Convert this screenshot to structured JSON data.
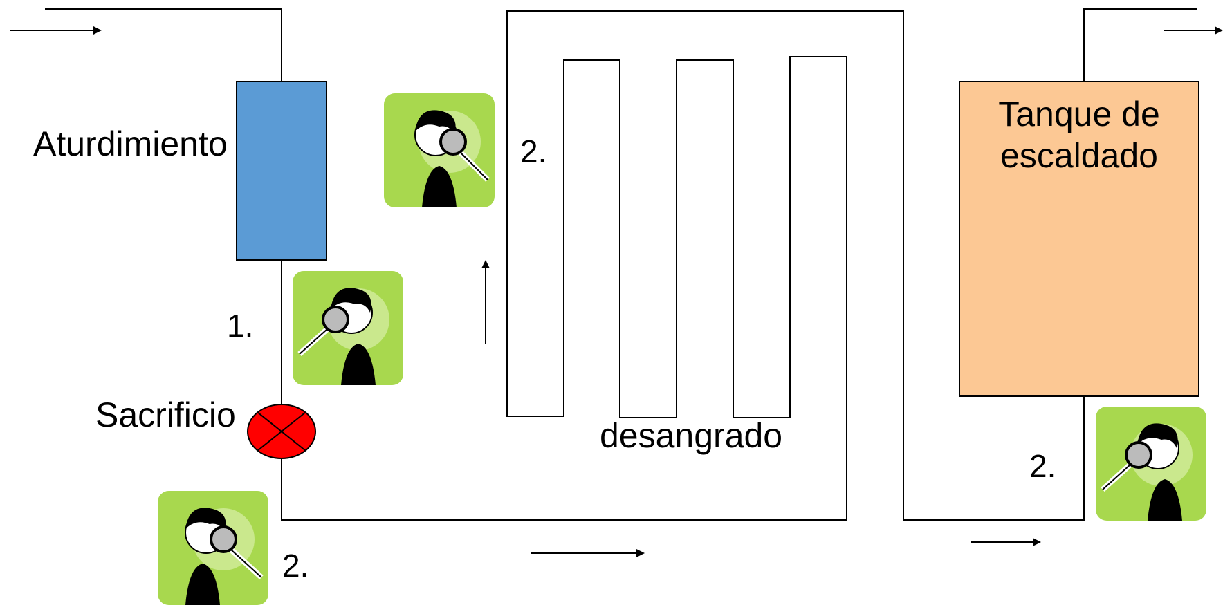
{
  "labels": {
    "stunning": "Aturdimiento",
    "slaughter": "Sacrificio",
    "bleeding": "desangrado",
    "scald_tank_line1": "Tanque de",
    "scald_tank_line2": "escaldado"
  },
  "checkpoints": [
    {
      "id": "after-stunning",
      "label": "1."
    },
    {
      "id": "after-slaughter",
      "label": "2."
    },
    {
      "id": "bleeding-start",
      "label": "2."
    },
    {
      "id": "after-scalding",
      "label": "2."
    }
  ],
  "icons": {
    "inspector": "inspector-with-magnifier-icon",
    "slaughter_marker": "x-circle-icon",
    "flow_arrow": "arrow-icon"
  },
  "colors": {
    "stunning_box": "#5B9BD5",
    "scald_tank": "#FCC894",
    "slaughter_marker": "#FF0000",
    "inspector_bg": "#A8D84E",
    "line": "#000000"
  }
}
